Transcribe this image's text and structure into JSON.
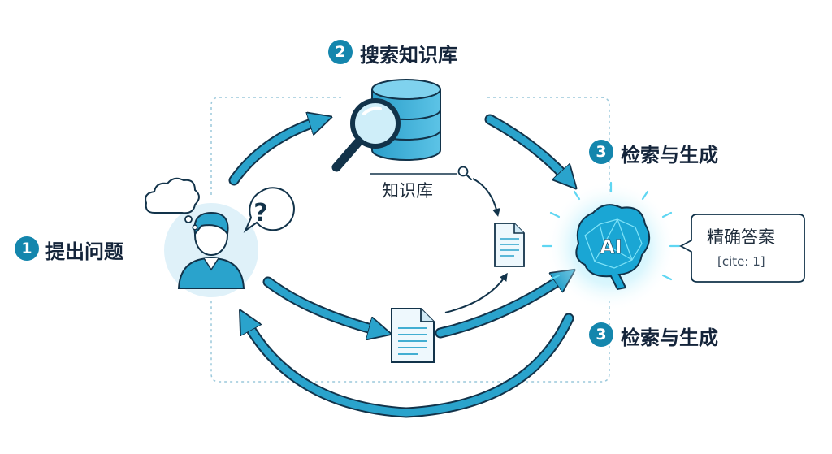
{
  "steps": [
    {
      "number": "1",
      "label": "提出问题"
    },
    {
      "number": "2",
      "label": "搜索知识库"
    },
    {
      "number": "3",
      "label": "检索与生成"
    },
    {
      "number": "3",
      "label": "检索与生成"
    }
  ],
  "knowledge_base_label": "知识库",
  "ai_label": "AI",
  "answer": {
    "title": "精确答案",
    "citation": "[cite: 1]"
  },
  "question_mark": "?",
  "icons": [
    "thought-cloud-icon",
    "question-bubble-icon",
    "user-icon",
    "database-icon",
    "magnifier-icon",
    "document-icon",
    "ai-brain-icon",
    "speech-bubble-icon"
  ],
  "colors": {
    "primary": "#1486ad",
    "arrow": "#2aa3cc",
    "light": "#dff1f9",
    "dark": "#12334a",
    "glow": "#5fd6f2"
  }
}
